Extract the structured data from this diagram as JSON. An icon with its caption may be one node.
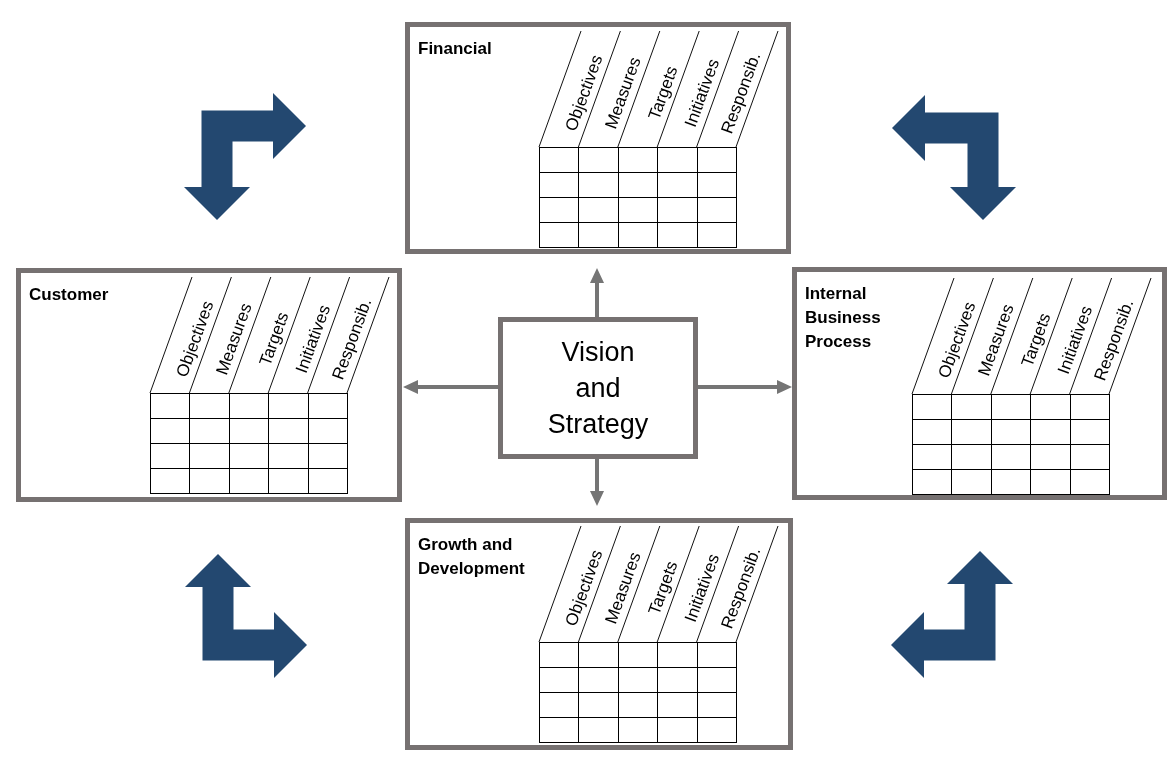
{
  "diagram": {
    "nodes": [
      {
        "text": [
          "Financial",
          "Objectives",
          "Measures",
          "Targets",
          "Initiatives",
          "Responsib."
        ]
      },
      {
        "text": [
          "Customer",
          "Objectives",
          "Measures",
          "Targets",
          "Initiatives",
          "Responsib."
        ]
      },
      {
        "text": [
          "Vision and Strategy"
        ]
      },
      {
        "text": [
          "Internal Business Process",
          "Objectives",
          "Measures",
          "Targets",
          "Initiatives",
          "Responsib."
        ]
      },
      {
        "text": [
          "Growth and Development",
          "Objectives",
          "Measures",
          "Targets",
          "Initiatives",
          "Responsib."
        ]
      }
    ],
    "edges": [
      {
        "from": 2,
        "to": 0,
        "arrow": "to"
      },
      {
        "from": 2,
        "to": 1,
        "arrow": "to"
      },
      {
        "from": 2,
        "to": 3,
        "arrow": "to"
      },
      {
        "from": 2,
        "to": 4,
        "arrow": "to"
      },
      {
        "from": 1,
        "to": 0,
        "arrow": "both",
        "style": "thick",
        "color": "#234870"
      },
      {
        "from": 0,
        "to": 3,
        "arrow": "both",
        "style": "thick",
        "color": "#234870"
      },
      {
        "from": 1,
        "to": 4,
        "arrow": "both",
        "style": "thick",
        "color": "#234870"
      },
      {
        "from": 3,
        "to": 4,
        "arrow": "both",
        "style": "thick",
        "color": "#234870"
      }
    ]
  }
}
